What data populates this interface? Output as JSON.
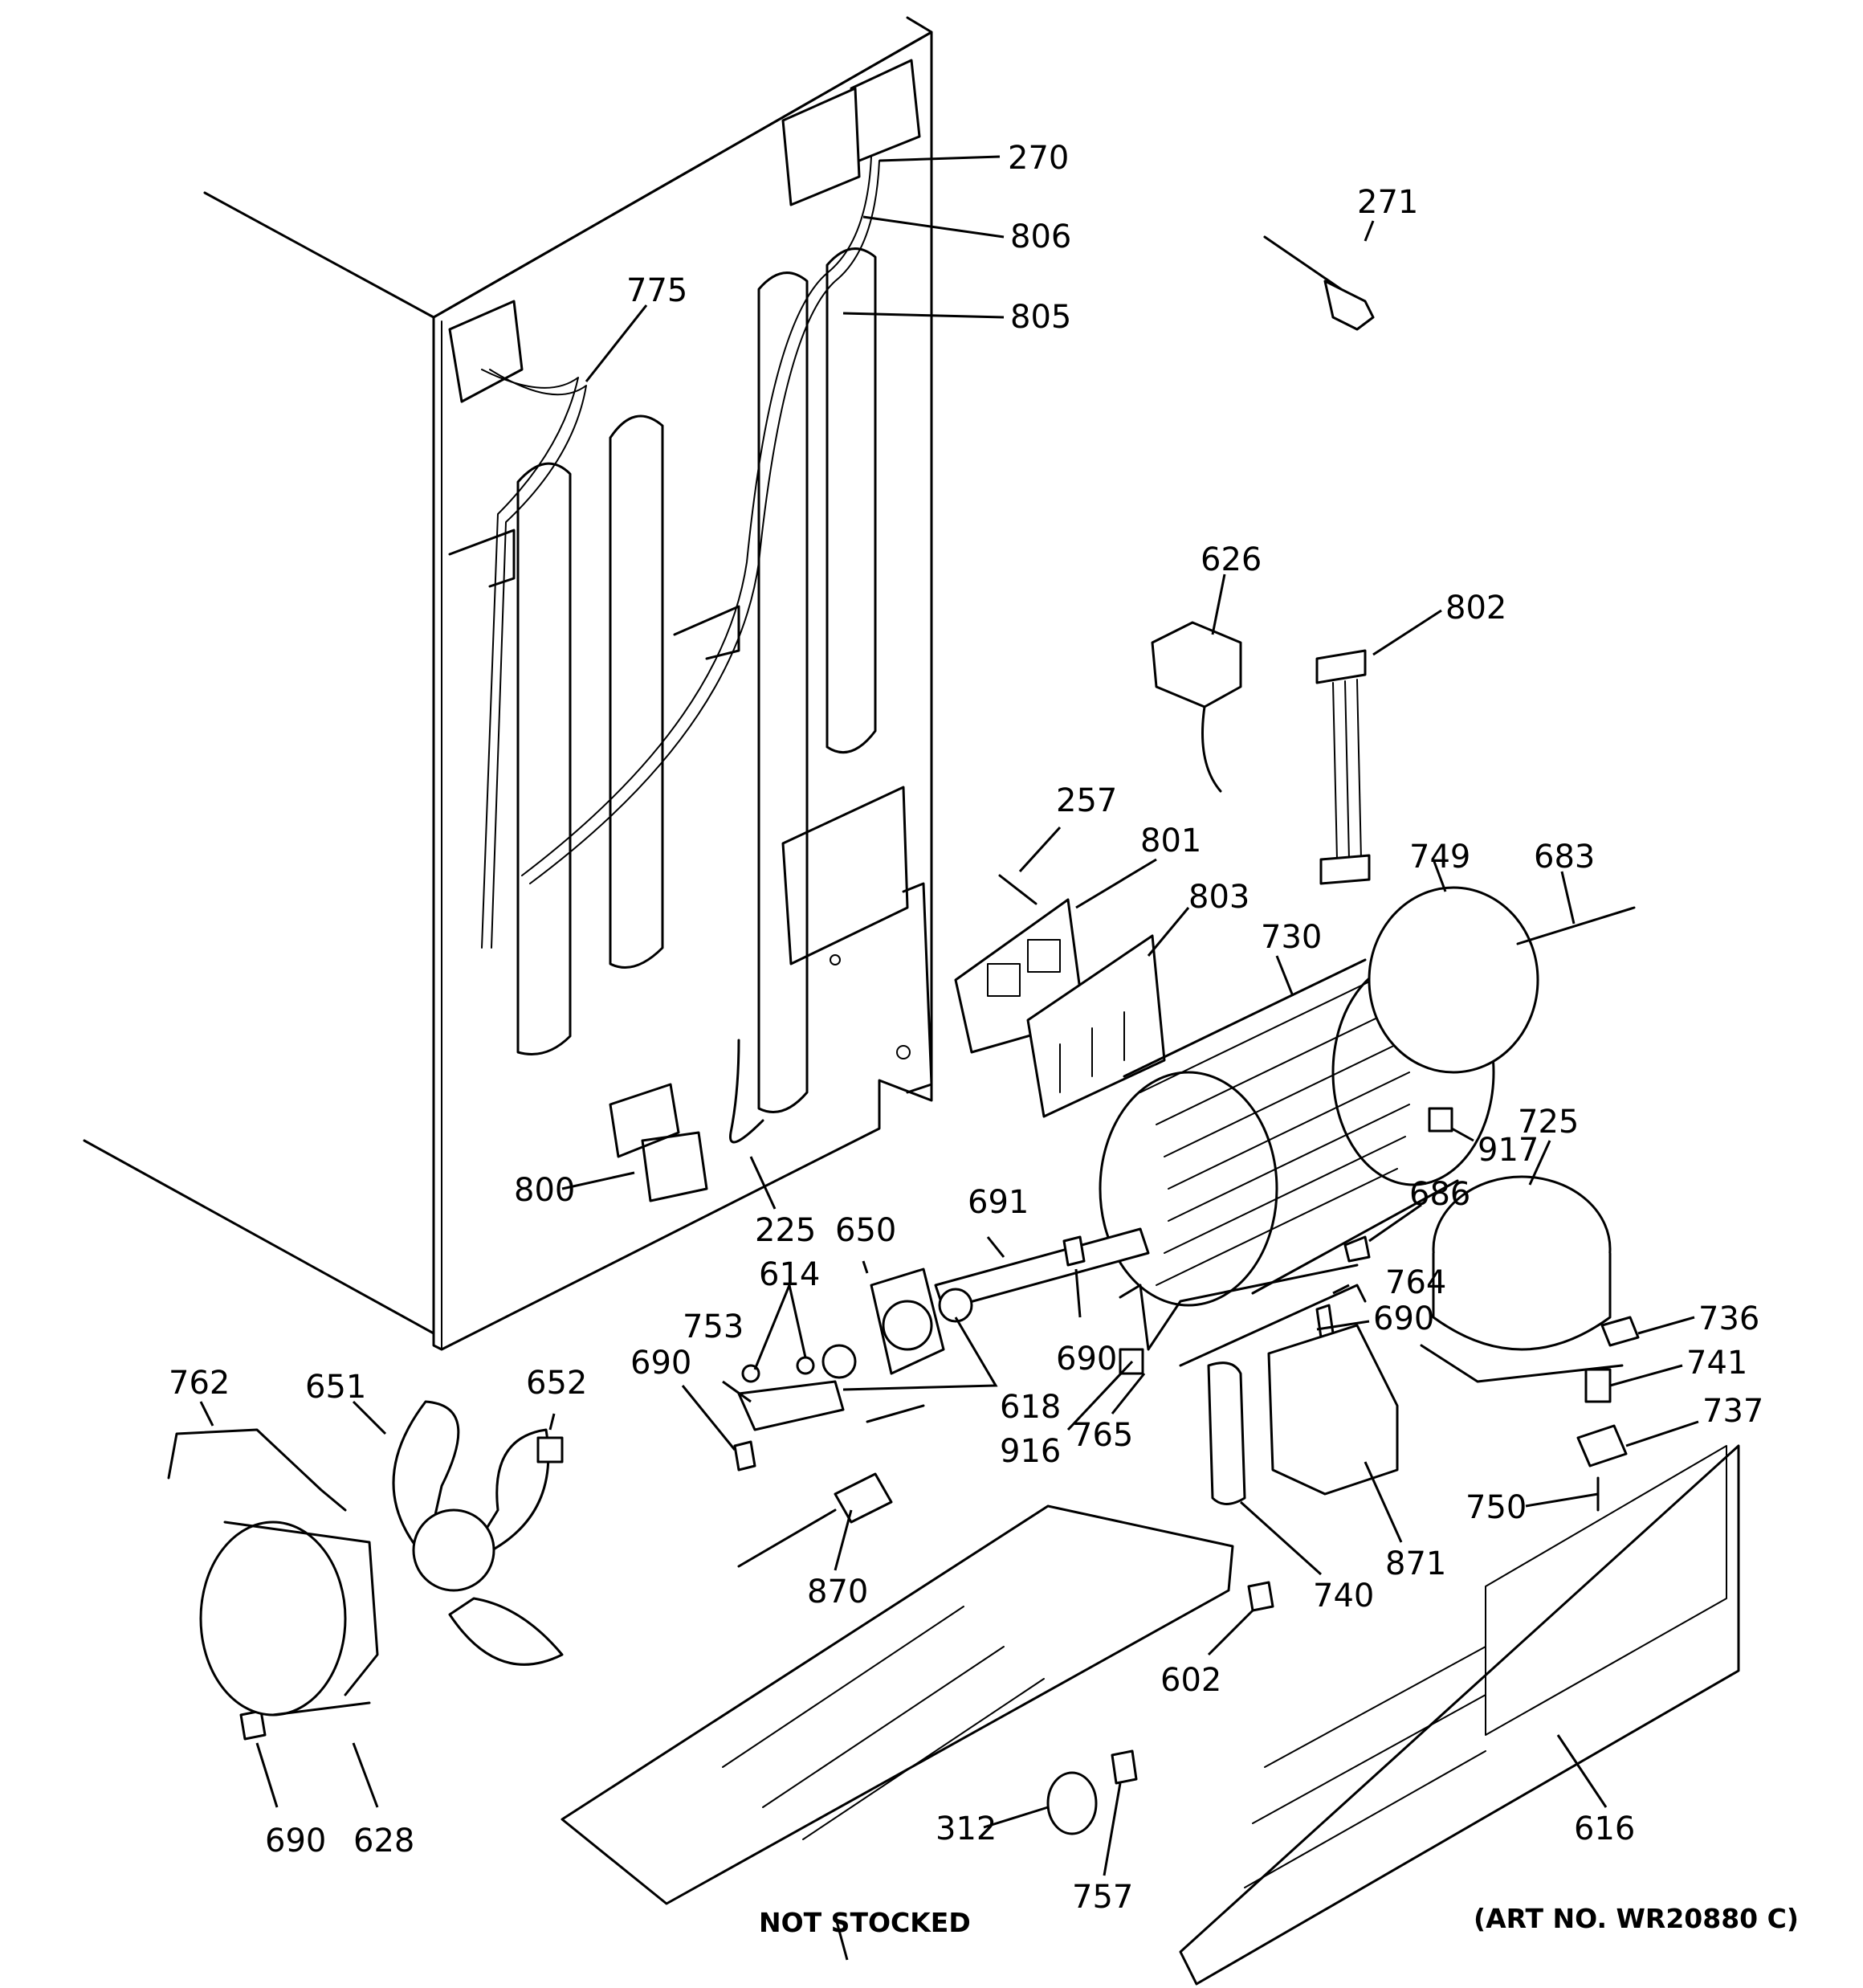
{
  "labels": {
    "p270": "270",
    "p271": "271",
    "p806": "806",
    "p805": "805",
    "p775": "775",
    "p626": "626",
    "p802": "802",
    "p257": "257",
    "p801": "801",
    "p803": "803",
    "p730": "730",
    "p749": "749",
    "p683": "683",
    "p917": "917",
    "p725": "725",
    "p686": "686",
    "p691": "691",
    "p650": "650",
    "p614": "614",
    "p753": "753",
    "p690a": "690",
    "p690b": "690",
    "p690c": "690",
    "p690d": "690",
    "p618": "618",
    "p764": "764",
    "p736": "736",
    "p741": "741",
    "p737": "737",
    "p750": "750",
    "p800": "800",
    "p225": "225",
    "p762": "762",
    "p651": "651",
    "p652": "652",
    "p916": "916",
    "p765": "765",
    "p870": "870",
    "p871": "871",
    "p740": "740",
    "p602": "602",
    "p616": "616",
    "p312": "312",
    "p757": "757",
    "p628": "628"
  },
  "notes": {
    "not_stocked": "NOT STOCKED",
    "art_no": "(ART NO. WR20880 C)"
  }
}
